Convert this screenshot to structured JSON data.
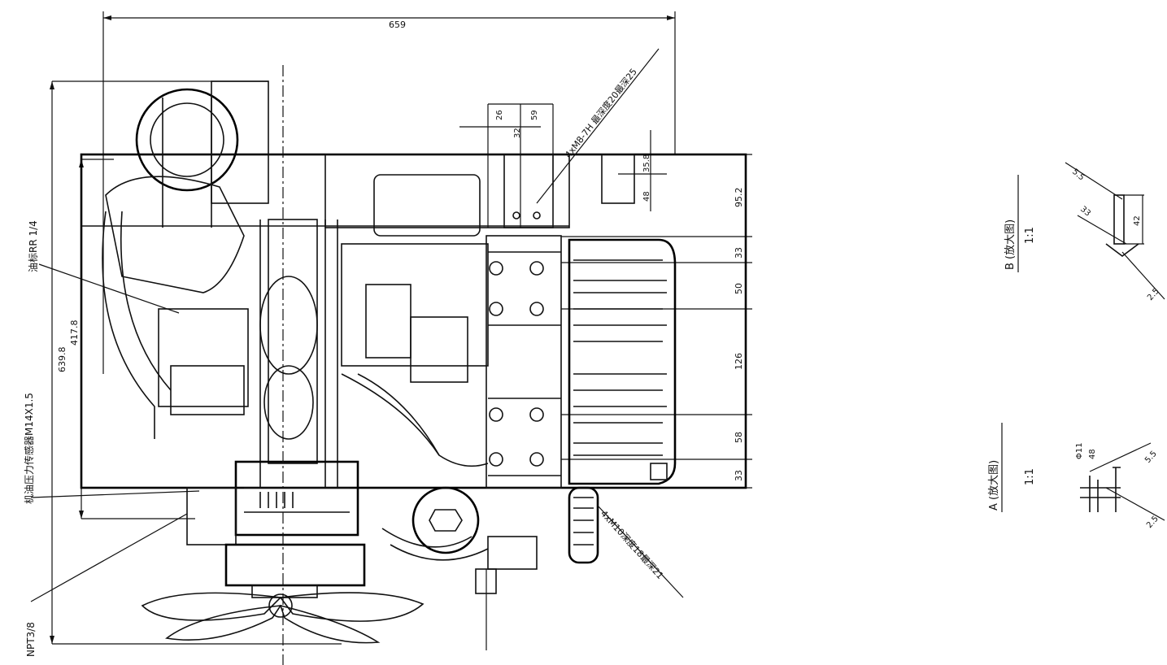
{
  "drawing": {
    "dims": {
      "top_width": "659",
      "left_height_outer": "639.8",
      "left_height_inner": "417.8",
      "r_952": "95.2",
      "r_33a": "33",
      "r_50": "50",
      "r_126": "126",
      "r_58": "58",
      "r_33b": "33",
      "top_26": "26",
      "top_59": "59",
      "top_32": "32",
      "top_358": "35.8",
      "top_48": "48"
    },
    "callouts": {
      "oil_port": "油标RR 1/4",
      "bolt_top": "4xM8-7H 最深度20最深25",
      "sensor": "机油压力传感器M14X1.5",
      "npt": "NPT3/8",
      "bolt_bottom": "4xM10深度18最深21"
    },
    "detail_b": {
      "title": "B (放大图)",
      "scale": "1:1",
      "d1": "5.5",
      "d2": "33",
      "d3": "42",
      "d4": "2.5"
    },
    "detail_a": {
      "title": "A (放大图)",
      "scale": "1:1",
      "d1": "Φ11",
      "d2": "48",
      "d3": "5.5",
      "d4": "2.5"
    }
  }
}
